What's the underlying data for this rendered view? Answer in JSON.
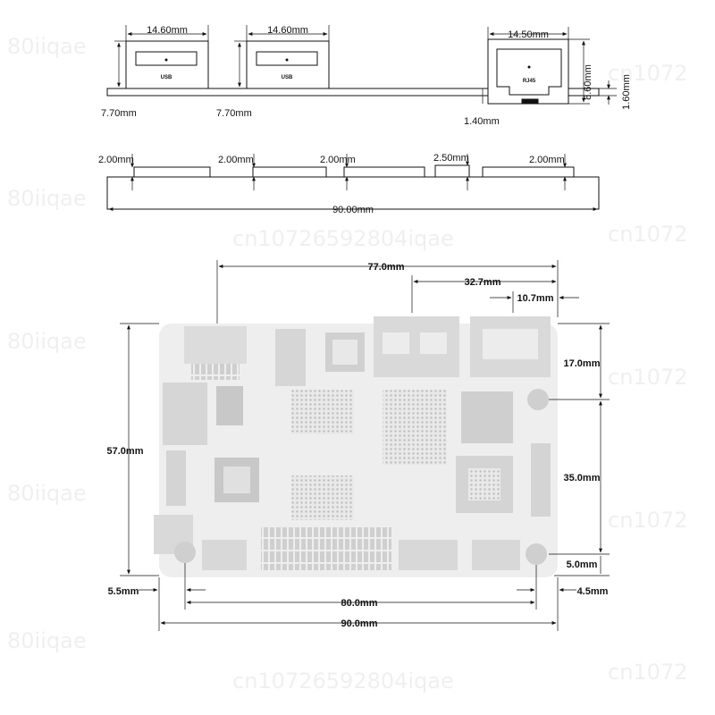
{
  "top_view": {
    "usb1_width": "14.60mm",
    "usb2_width": "14.60mm",
    "rj45_width": "14.50mm",
    "usb1_label": "USB",
    "usb2_label": "USB",
    "rj45_label": "RJ45",
    "usb1_height": "7.70mm",
    "usb2_height": "7.70mm",
    "rj45_height": "8.60mm",
    "rj45_offset": "1.40mm",
    "pcb_thickness": "1.60mm"
  },
  "side_view": {
    "h1": "2.00mm",
    "h2": "2.00mm",
    "h3": "2.00mm",
    "h4": "2.50mm",
    "h5": "2.00mm",
    "total": "90.00mm"
  },
  "board_view": {
    "dim_77": "77.0mm",
    "dim_32_7": "32.7mm",
    "dim_10_7": "10.7mm",
    "dim_17": "17.0mm",
    "dim_57": "57.0mm",
    "dim_35": "35.0mm",
    "dim_5": "5.0mm",
    "dim_5_5": "5.5mm",
    "dim_80": "80.0mm",
    "dim_4_5": "4.5mm",
    "dim_90": "90.0mm"
  },
  "watermarks": [
    "80iiqae",
    "cn1072",
    "cn10726592804iqae"
  ],
  "colors": {
    "line": "#111111",
    "board": "#e6e6e6",
    "component": "#c8c8c8",
    "hole": "#d0d0d0"
  }
}
